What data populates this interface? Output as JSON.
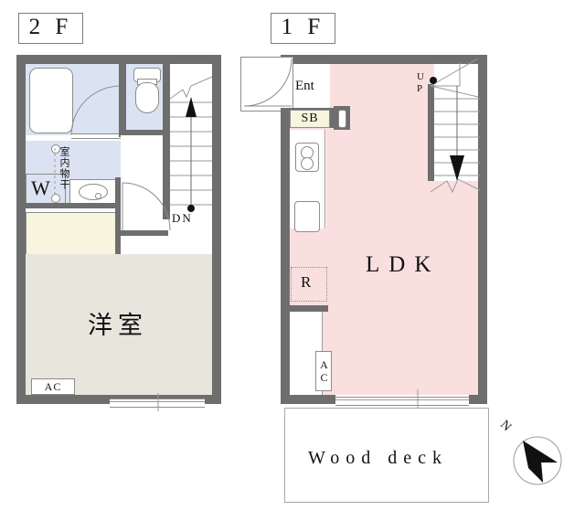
{
  "floors": {
    "second": {
      "title": "2 F"
    },
    "first": {
      "title": "1 F"
    }
  },
  "rooms": {
    "washitsu": "洋室",
    "ldk": "LDK",
    "wood_deck": "Wood deck",
    "entrance": "Ent",
    "indoor_drying": "室内物干"
  },
  "tags": {
    "shoe_box": "SB",
    "refrigerator": "R",
    "washer": "W",
    "ac_2f": "AC",
    "ac_1f": "AC"
  },
  "stairs": {
    "down_label": "DN",
    "up_label_line1": "U",
    "up_label_line2": "P"
  },
  "compass": {
    "north": "N"
  },
  "colors": {
    "wall": "#6e6e6e",
    "ldk_fill": "#fadfdf",
    "room_fill": "#e8e5dd",
    "wet_area_fill": "#dbe3f2",
    "closet_fill": "#f7f5dd",
    "line": "#8c8c8c",
    "text": "#111111"
  }
}
